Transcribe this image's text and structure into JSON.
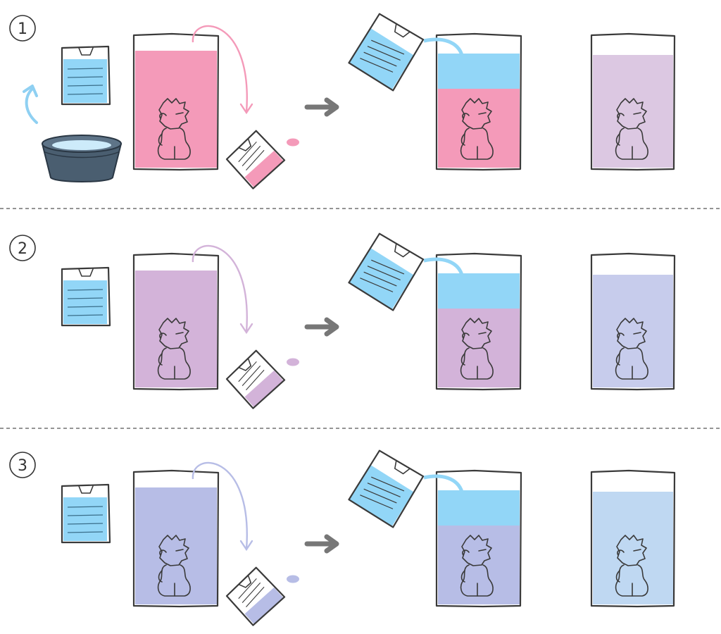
{
  "steps": [
    {
      "label": "1",
      "show_basin": true,
      "liquid_color": "#F49AB9",
      "water_color": "#92D6F7",
      "result_color": "#DCC8E2"
    },
    {
      "label": "2",
      "show_basin": false,
      "liquid_color": "#D3B3D9",
      "water_color": "#92D6F7",
      "result_color": "#C7CCEC"
    },
    {
      "label": "3",
      "show_basin": false,
      "liquid_color": "#B7BDE6",
      "water_color": "#92D6F7",
      "result_color": "#BFD8F2"
    }
  ],
  "colors": {
    "line": "#3a3a3a",
    "divider": "#555555",
    "arrow": "#777777",
    "basin": "#4A5E70",
    "up_arrow": "#8FD0F2"
  },
  "icons": {
    "step_arrow": "right-arrow-icon",
    "basin": "water-basin-icon",
    "cup": "measuring-cup-icon",
    "bag": "bag-icon",
    "drop": "drop-icon",
    "figure": "figurine-icon"
  }
}
